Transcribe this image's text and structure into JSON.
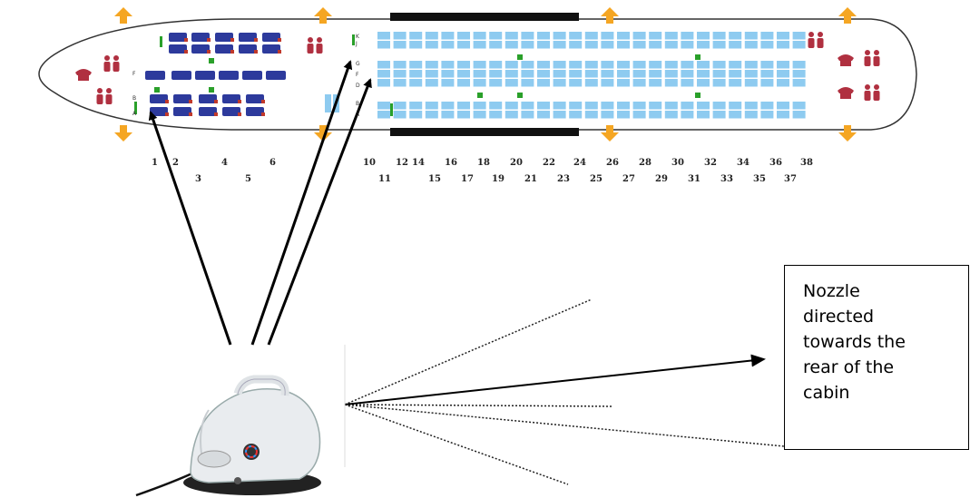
{
  "cabin": {
    "row_numbers_top": [
      "1",
      "2",
      "4",
      "6",
      "10",
      "12",
      "14",
      "16",
      "18",
      "20",
      "22",
      "24",
      "26",
      "28",
      "30",
      "32",
      "34",
      "36",
      "38"
    ],
    "row_numbers_bottom": [
      "3",
      "5",
      "11",
      "15",
      "17",
      "19",
      "21",
      "23",
      "25",
      "27",
      "29",
      "31",
      "33",
      "35",
      "37"
    ],
    "seat_letters_front": [
      "F",
      "B",
      "A"
    ],
    "seat_letters_rear": [
      "K",
      "J",
      "G",
      "F",
      "D",
      "B",
      "A"
    ]
  },
  "annotation": {
    "text": "Nozzle\ndirected\ntowards the\nrear of the\ncabin"
  },
  "colors": {
    "premium_seat": "#2d3a9c",
    "economy_seat": "#8ecbf0",
    "exit_arrow": "#f5a623",
    "lavatory": "#b03040",
    "galley_bar": "#111111",
    "marker": "#2aa02a"
  }
}
